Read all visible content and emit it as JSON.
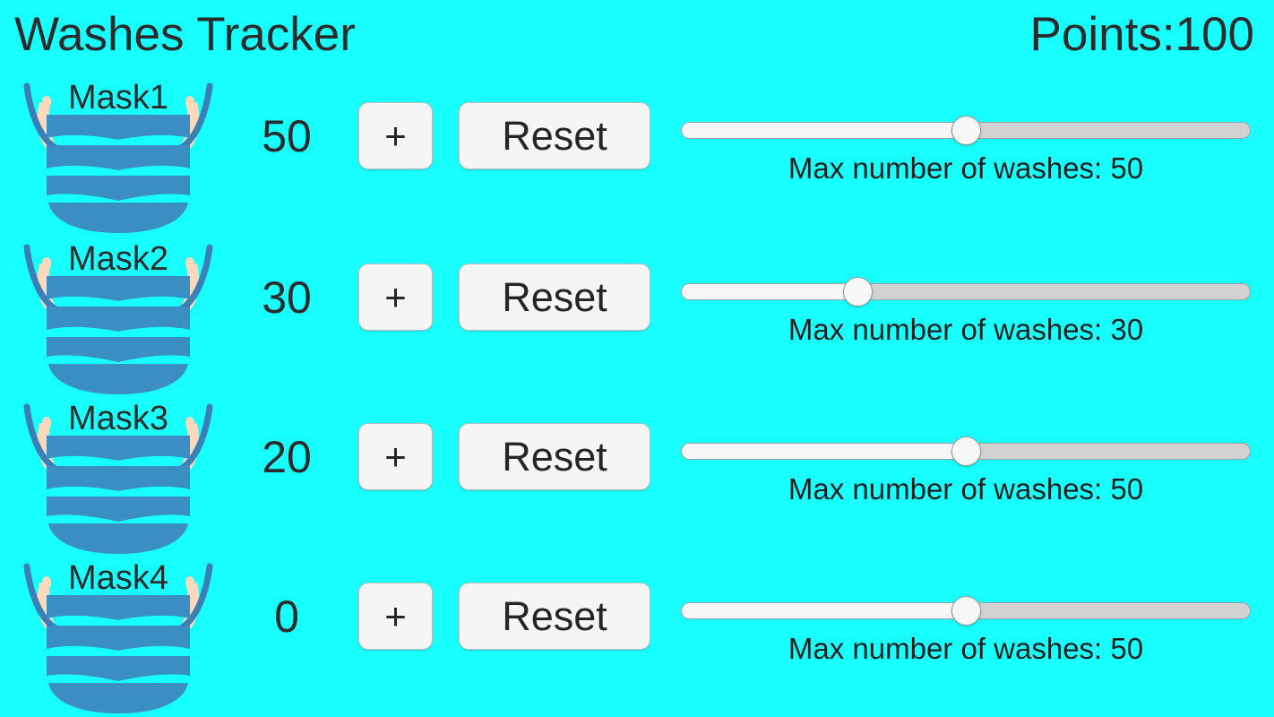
{
  "header": {
    "title": "Washes Tracker",
    "points_label": "Points:100"
  },
  "colors": {
    "background": "#18ffff",
    "text": "#2b2b2b",
    "mask_body": "#3a8ec4",
    "mask_strap": "#3a7fb5",
    "mask_ear": "#ffd9bb",
    "button_face": "#f5f5f5",
    "button_border": "#bdbdbd",
    "slider_track_right": "#d2d2d2",
    "slider_track_left": "#f7f7f7"
  },
  "controls": {
    "increment_label": "+",
    "reset_label": "Reset"
  },
  "slider_scale": {
    "min": 0,
    "max": 100
  },
  "rows": [
    {
      "icon": "face-mask-icon",
      "label": "Mask1",
      "count": "50",
      "increment_label": "+",
      "reset_label": "Reset",
      "slider_value": 50,
      "slider_percent": 50,
      "caption": "Max number of washes: 50"
    },
    {
      "icon": "face-mask-icon",
      "label": "Mask2",
      "count": "30",
      "increment_label": "+",
      "reset_label": "Reset",
      "slider_value": 30,
      "slider_percent": 31,
      "caption": "Max number of washes: 30"
    },
    {
      "icon": "face-mask-icon",
      "label": "Mask3",
      "count": "20",
      "increment_label": "+",
      "reset_label": "Reset",
      "slider_value": 50,
      "slider_percent": 50,
      "caption": "Max number of washes: 50"
    },
    {
      "icon": "face-mask-icon",
      "label": "Mask4",
      "count": "0",
      "increment_label": "+",
      "reset_label": "Reset",
      "slider_value": 50,
      "slider_percent": 50,
      "caption": "Max number of washes: 50"
    }
  ]
}
